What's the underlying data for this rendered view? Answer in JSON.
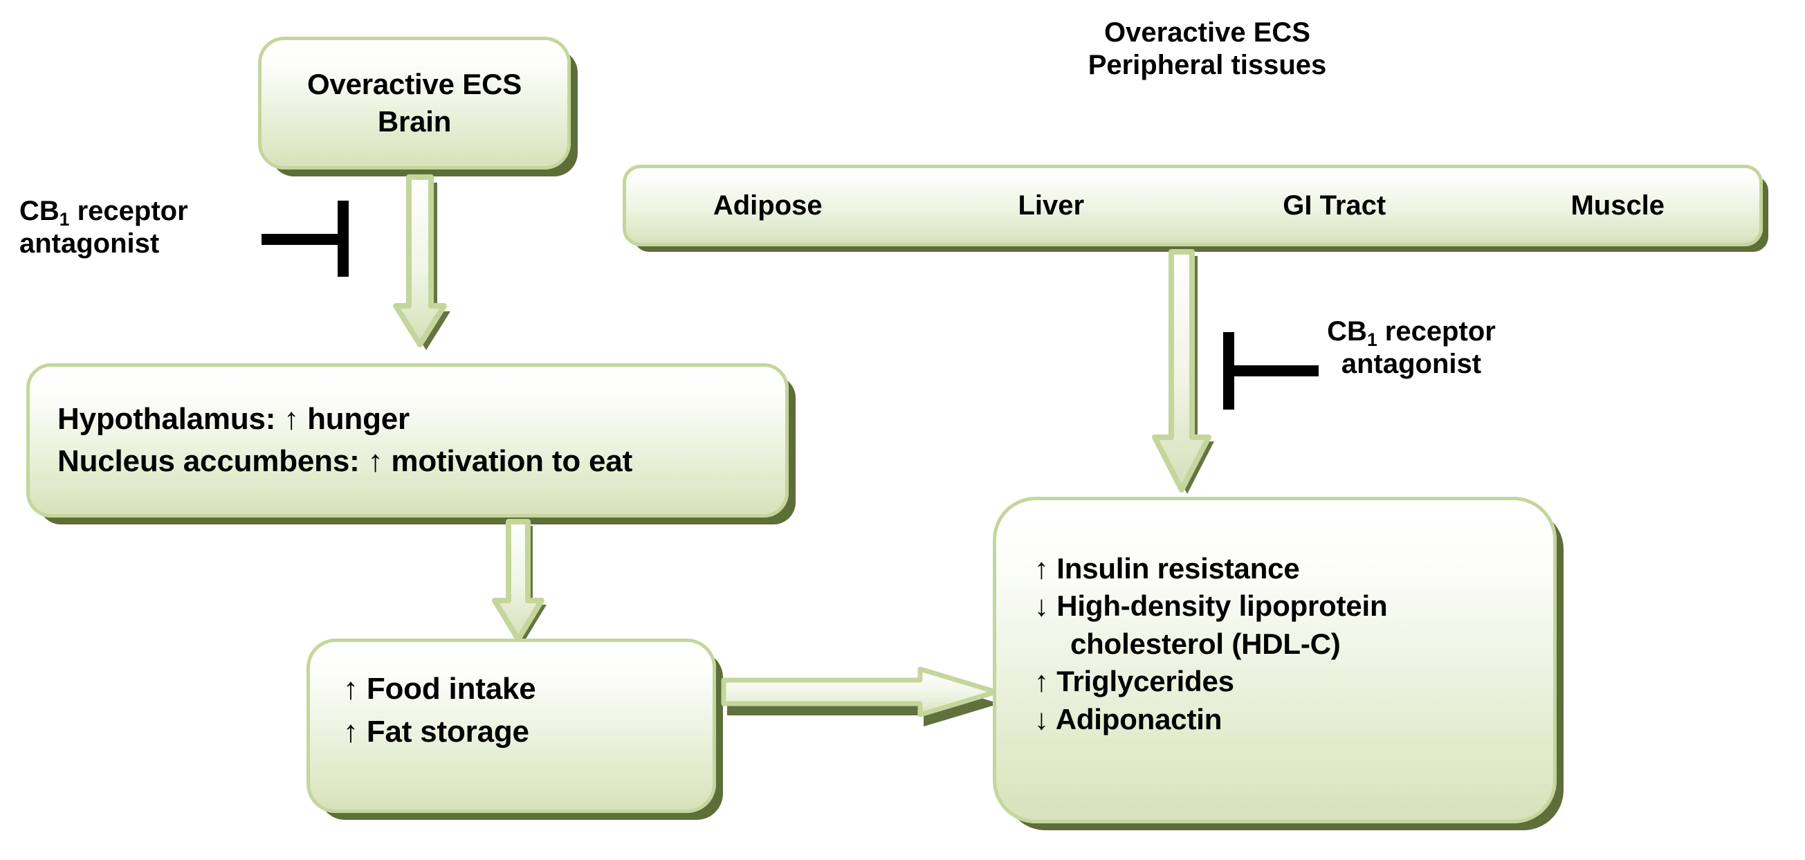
{
  "diagram": {
    "title_brain_box": {
      "line1": "Overactive ECS",
      "line2": "Brain"
    },
    "peripheral_heading": {
      "line1": "Overactive ECS",
      "line2": "Peripheral tissues"
    },
    "tissue_bar": {
      "cells": [
        {
          "label": "Adipose"
        },
        {
          "label": "Liver"
        },
        {
          "label": "GI Tract"
        },
        {
          "label": "Muscle"
        }
      ]
    },
    "antagonist_left": {
      "line1_prefix": "CB",
      "line1_sub": "1",
      "line1_suffix": " receptor",
      "line2": "antagonist"
    },
    "antagonist_right": {
      "line1_prefix": "CB",
      "line1_sub": "1",
      "line1_suffix": " receptor",
      "line2": "antagonist"
    },
    "brain_effects_box": {
      "line1": "Hypothalamus: ↑ hunger",
      "line2": "Nucleus accumbens: ↑ motivation to eat"
    },
    "intake_box": {
      "line1": "↑ Food intake",
      "line2": "↑ Fat storage"
    },
    "metabolic_box": {
      "line1": "↑ Insulin resistance",
      "line2": "↓ High-density lipoprotein",
      "line3": "cholesterol (HDL-C)",
      "line4": "↑ Triglycerides",
      "line5": "↓ Adiponactin"
    },
    "colors": {
      "box_fill_top": "#ffffff",
      "box_fill_bottom": "#d7e2bb",
      "box_border": "#c4d69c",
      "box_shadow": "#4f6228",
      "arrow_fill_top": "#ffffff",
      "arrow_fill_bottom": "#d4e0b6",
      "arrow_border": "#c4d69c",
      "arrow_shadow": "#4f6228",
      "text": "#000000",
      "background": "#ffffff"
    }
  }
}
